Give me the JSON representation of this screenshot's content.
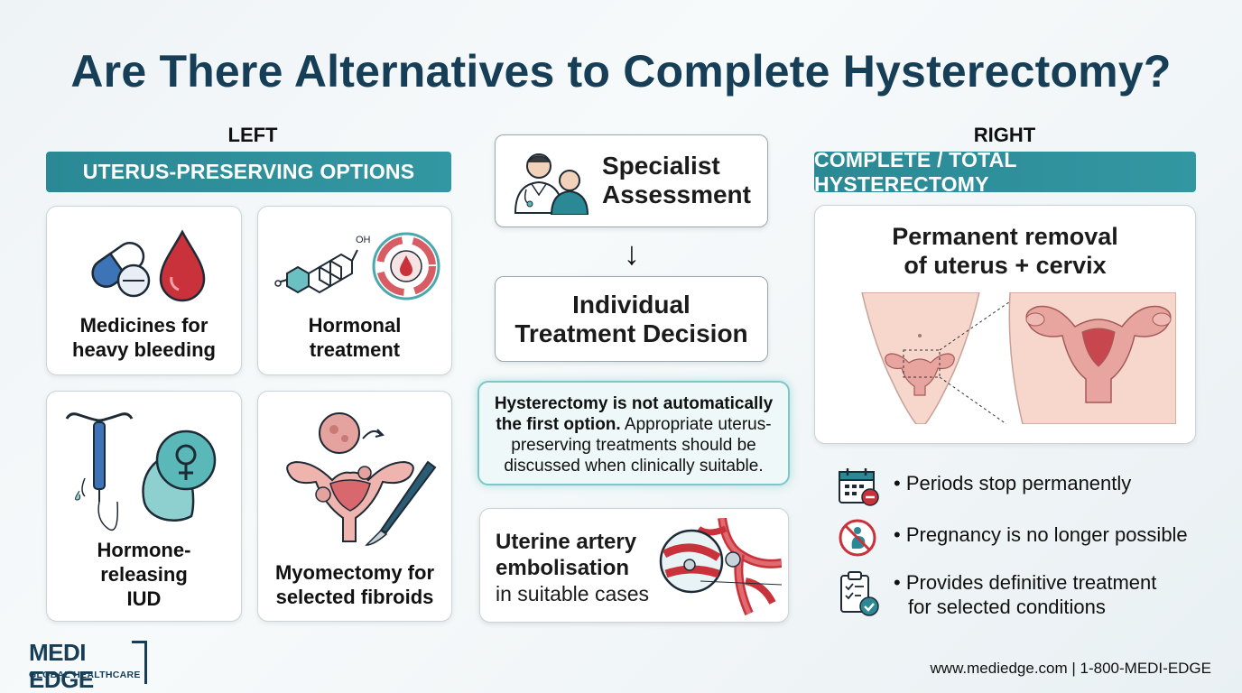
{
  "title": "Are There Alternatives to Complete Hysterectomy?",
  "left": {
    "side_label": "LEFT",
    "banner": "UTERUS-PRESERVING OPTIONS",
    "cards": [
      {
        "line1": "Medicines for",
        "line2": "heavy bleeding",
        "icon": "pill-drop-icon"
      },
      {
        "line1": "Hormonal",
        "line2": "treatment",
        "icon": "hormone-cycle-icon"
      },
      {
        "line1": "Hormone-",
        "line2": "releasing",
        "line3": "IUD",
        "icon": "iud-icon"
      },
      {
        "line1": "Myomectomy for",
        "line2": "selected fibroids",
        "icon": "fibroid-scalpel-icon"
      }
    ],
    "hormone_oh": "OH"
  },
  "center": {
    "assessment_line1": "Specialist",
    "assessment_line2": "Assessment",
    "arrow": "↓",
    "decision_line1": "Individual",
    "decision_line2": "Treatment Decision",
    "callout_bold": "Hysterectomy is not automatically the first option.",
    "callout_rest": " Appropriate uterus-preserving treatments should be discussed when clinically suitable.",
    "embolisation_line1": "Uterine artery",
    "embolisation_line2": "embolisation",
    "embolisation_line3": "in suitable cases"
  },
  "right": {
    "side_label": "RIGHT",
    "banner": "COMPLETE / TOTAL HYSTERECTOMY",
    "card_line1": "Permanent removal",
    "card_line2": "of uterus + cervix",
    "bullets": [
      {
        "line1": "• Periods stop permanently",
        "icon": "calendar-minus-icon"
      },
      {
        "line1": "• Pregnancy is no longer possible",
        "icon": "no-pregnancy-icon"
      },
      {
        "line1": "• Provides definitive treatment",
        "line2": "for selected conditions",
        "icon": "clipboard-check-icon"
      }
    ]
  },
  "footer": {
    "logo_main": "MEDI EDGE",
    "logo_sub": "GLOBAL HEALTHCARE",
    "contact": "www.mediedge.com | 1-800-MEDI-EDGE"
  },
  "colors": {
    "title": "#173e57",
    "banner": "#2a8994",
    "accent_red": "#c9323a",
    "accent_teal": "#5bb8b8"
  }
}
